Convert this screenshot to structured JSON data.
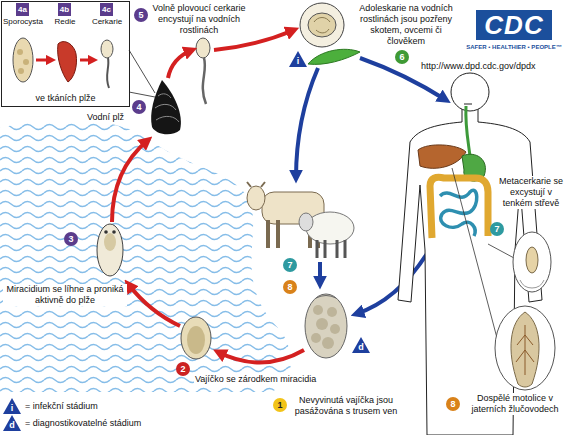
{
  "diagram": {
    "nodes": [
      {
        "text": [
          "ve tkáních plže"
        ]
      },
      {
        "text": [
          "CDC",
          "SAFER • HEALTHIER • PEOPLE™"
        ]
      }
    ],
    "labels": [
      "4a",
      "Sporocysta",
      "4b",
      "Redie",
      "4c",
      "Cerkarie",
      "5",
      "Volně plovoucí cerkarie encystují na vodních rostlinách",
      "i",
      "Adoleskarie na vodních rostlinách jsou pozřeny skotem, ovcemi či člověkem",
      "6",
      "http://www.dpd.cdc.gov/dpdx",
      "4",
      "Vodní plž",
      "7",
      "Metacerkarie se excystují v tenkém střevě",
      "3",
      "Miracidium se líhne a proniká aktivně do plže",
      "7",
      "8",
      "d",
      "2",
      "Vajíčko se zárodkem miracidia",
      "8",
      "Dospělé motolice v jaterních žlučovodech",
      "1",
      "Nevyvinutá vajíčka jsou pasážována s trusem ven",
      "i",
      "d"
    ],
    "legend": [
      {
        "text": "= infekční stádium"
      },
      {
        "text": "= diagnostikovatelné stádium"
      }
    ]
  }
}
